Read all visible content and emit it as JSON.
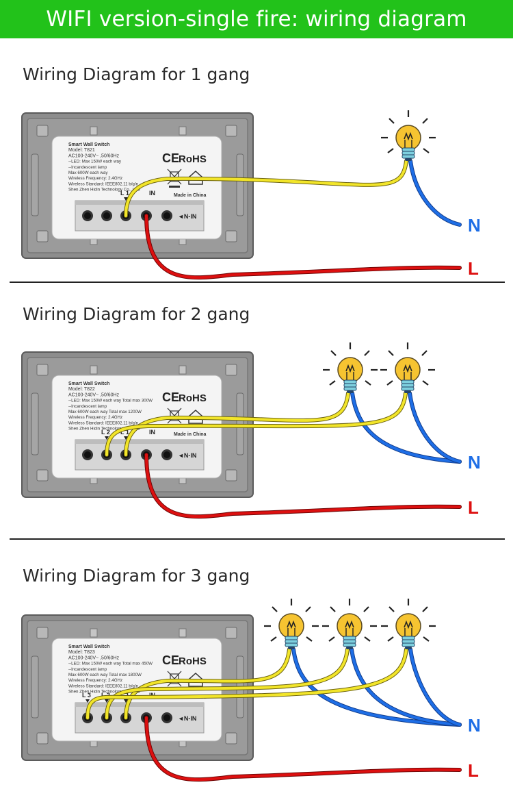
{
  "header": {
    "title": "WIFI version-single fire: wiring diagram"
  },
  "colors": {
    "banner": "#22c21a",
    "neutral": "#1e6ee6",
    "live": "#dd1010",
    "switched": "#f2e52a"
  },
  "terminal_labels": {
    "n_in": "◄N-IN",
    "in": "IN"
  },
  "line_labels": {
    "neutral": "N",
    "live": "L"
  },
  "brand_marks": {
    "ce": "CE",
    "rohs": "RoHS",
    "made_in": "Made in China"
  },
  "diagrams": [
    {
      "title": "Wiring Diagram for 1 gang",
      "lamps": 1,
      "channel_labels": [
        "L 1"
      ],
      "label": {
        "product": "Smart Wall Switch",
        "model": "Model: T821",
        "ac": "AC100-240V~ ,50/60Hz",
        "led": "--LED: Max 150W each way",
        "incandescent": "--Incandescent lamp",
        "max": "Max 600W each way",
        "freq": "Wireless Frequency: 2.4GHz",
        "std": "Wireless Standard: IEEE802.11 b/g/n",
        "maker": "Shen Zhen Hidin Technology Co., LTD"
      }
    },
    {
      "title": "Wiring Diagram for 2 gang",
      "lamps": 2,
      "channel_labels": [
        "L 2",
        "L 1"
      ],
      "label": {
        "product": "Smart Wall Switch",
        "model": "Model: T822",
        "ac": "AC100-240V~ ,50/60Hz",
        "led": "--LED: Max 150W each way Total max 300W",
        "incandescent": "--Incandescent lamp",
        "max": "Max 600W each way Total max 1200W",
        "freq": "Wireless Frequency: 2.4GHz",
        "std": "Wireless Standard: IEEE802.11 b/g/n",
        "maker": "Shen Zhen Hidin Technology Co., LTD"
      }
    },
    {
      "title": "Wiring Diagram for 3 gang",
      "lamps": 3,
      "channel_labels": [
        "L 3",
        "L 2",
        "L 1"
      ],
      "label": {
        "product": "Smart Wall Switch",
        "model": "Model: T823",
        "ac": "AC100-240V~ ,50/60Hz",
        "led": "--LED: Max 150W each way Total max 450W",
        "incandescent": "--Incandescent lamp",
        "max": "Max 600W each way Total max 1800W",
        "freq": "Wireless Frequency: 2.4GHz",
        "std": "Wireless Standard: IEEE802.11 b/g/n",
        "maker": "Shen Zhen Hidin Technology Co., LTD"
      }
    }
  ]
}
